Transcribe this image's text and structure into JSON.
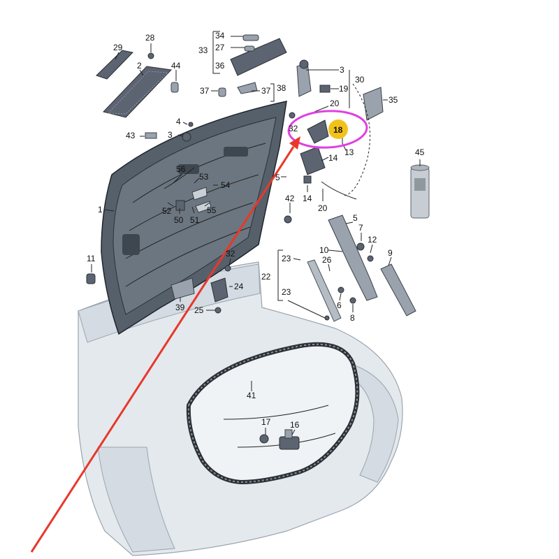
{
  "callouts": [
    {
      "id": "c29",
      "text": "29"
    },
    {
      "id": "c28",
      "text": "28"
    },
    {
      "id": "c2",
      "text": "2"
    },
    {
      "id": "c44",
      "text": "44"
    },
    {
      "id": "c34",
      "text": "34"
    },
    {
      "id": "c27",
      "text": "27"
    },
    {
      "id": "c33",
      "text": "33"
    },
    {
      "id": "c36",
      "text": "36"
    },
    {
      "id": "c3a",
      "text": "3"
    },
    {
      "id": "c30",
      "text": "30"
    },
    {
      "id": "c19",
      "text": "19"
    },
    {
      "id": "c37a",
      "text": "37"
    },
    {
      "id": "c37b",
      "text": "37"
    },
    {
      "id": "c38",
      "text": "38"
    },
    {
      "id": "c35",
      "text": "35"
    },
    {
      "id": "c20a",
      "text": "20"
    },
    {
      "id": "c4",
      "text": "4"
    },
    {
      "id": "c32a",
      "text": "32"
    },
    {
      "id": "c18",
      "text": "18"
    },
    {
      "id": "c43",
      "text": "43"
    },
    {
      "id": "c3b",
      "text": "3"
    },
    {
      "id": "c13",
      "text": "13"
    },
    {
      "id": "c14a",
      "text": "14"
    },
    {
      "id": "c45",
      "text": "45"
    },
    {
      "id": "c56",
      "text": "56"
    },
    {
      "id": "c53",
      "text": "53"
    },
    {
      "id": "c54",
      "text": "54"
    },
    {
      "id": "c5a",
      "text": "5"
    },
    {
      "id": "c1",
      "text": "1"
    },
    {
      "id": "c42",
      "text": "42"
    },
    {
      "id": "c14b",
      "text": "14"
    },
    {
      "id": "c20b",
      "text": "20"
    },
    {
      "id": "c52",
      "text": "52"
    },
    {
      "id": "c55",
      "text": "55"
    },
    {
      "id": "c50",
      "text": "50"
    },
    {
      "id": "c51",
      "text": "51"
    },
    {
      "id": "c5b",
      "text": "5"
    },
    {
      "id": "c7",
      "text": "7"
    },
    {
      "id": "c12",
      "text": "12"
    },
    {
      "id": "c10",
      "text": "10"
    },
    {
      "id": "c9",
      "text": "9"
    },
    {
      "id": "c11",
      "text": "11"
    },
    {
      "id": "c32b",
      "text": "32"
    },
    {
      "id": "c23a",
      "text": "23"
    },
    {
      "id": "c26",
      "text": "26"
    },
    {
      "id": "c22",
      "text": "22"
    },
    {
      "id": "c24",
      "text": "24"
    },
    {
      "id": "c23b",
      "text": "23"
    },
    {
      "id": "c6",
      "text": "6"
    },
    {
      "id": "c39",
      "text": "39"
    },
    {
      "id": "c25",
      "text": "25"
    },
    {
      "id": "c8",
      "text": "8"
    },
    {
      "id": "c41",
      "text": "41"
    },
    {
      "id": "c17",
      "text": "17"
    },
    {
      "id": "c16",
      "text": "16"
    }
  ],
  "colors": {
    "highlight_circle": "#e040e0",
    "highlight_dot": "#f2c21b",
    "arrow": "#e8382a"
  }
}
